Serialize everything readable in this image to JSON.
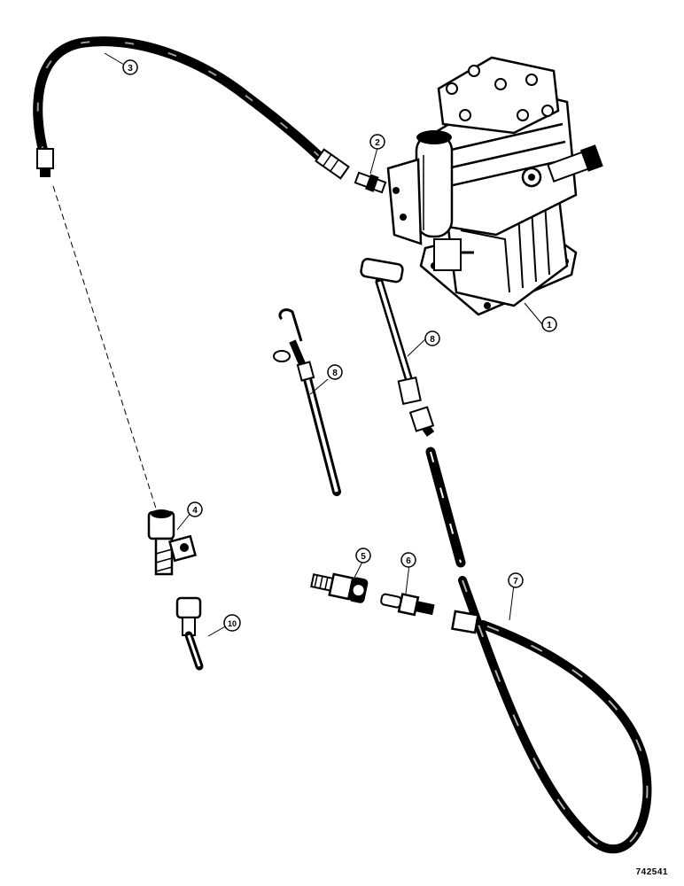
{
  "figure_id": "742541",
  "callouts": [
    {
      "id": "c1",
      "label": "1"
    },
    {
      "id": "c2",
      "label": "2"
    },
    {
      "id": "c3",
      "label": "3"
    },
    {
      "id": "c4",
      "label": "4"
    },
    {
      "id": "c5",
      "label": "5"
    },
    {
      "id": "c6",
      "label": "6"
    },
    {
      "id": "c7",
      "label": "7"
    },
    {
      "id": "c8a",
      "label": "8"
    },
    {
      "id": "c8b",
      "label": "8"
    },
    {
      "id": "c10",
      "label": "10"
    }
  ],
  "colors": {
    "ink": "#000000",
    "paper": "#ffffff"
  }
}
